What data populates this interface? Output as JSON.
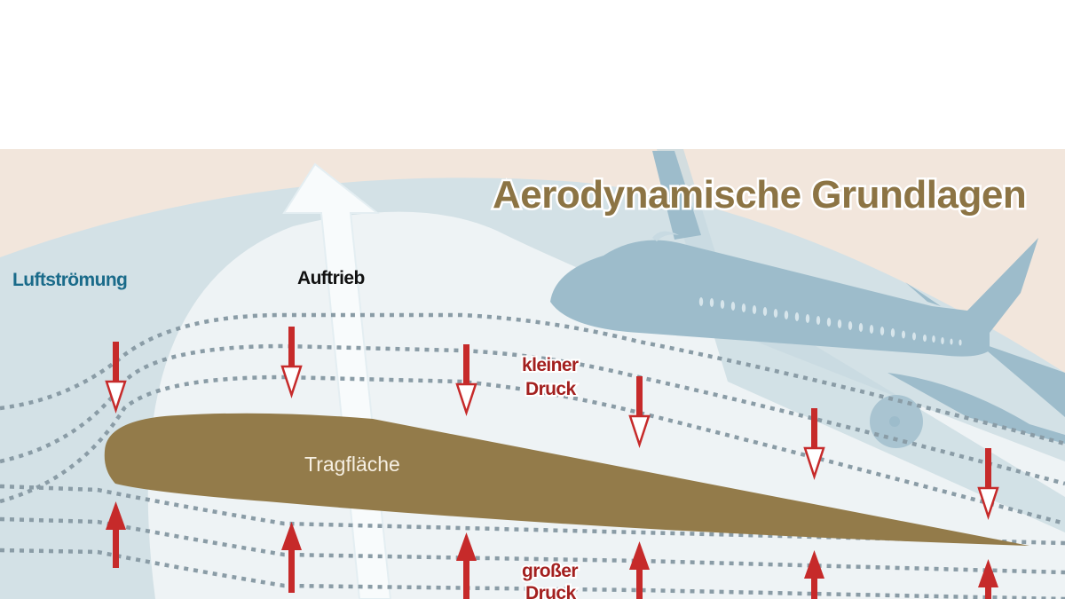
{
  "title": "Aerodynamische Grundlagen",
  "labels": {
    "airflow": "Luftströmung",
    "lift": "Auftrieb",
    "low_pressure_1": "kleiner",
    "low_pressure_2": "Druck",
    "high_pressure_1": "großer",
    "high_pressure_2": "Druck",
    "wing": "Tragfläche"
  },
  "colors": {
    "title": "#8c7444",
    "wing": "#937b4a",
    "airflow_label": "#1a6b8a",
    "pressure_label": "#a3201f",
    "arrow": "#c62a2a",
    "plane": "#9dbccb",
    "background": "#f2e6dc"
  }
}
